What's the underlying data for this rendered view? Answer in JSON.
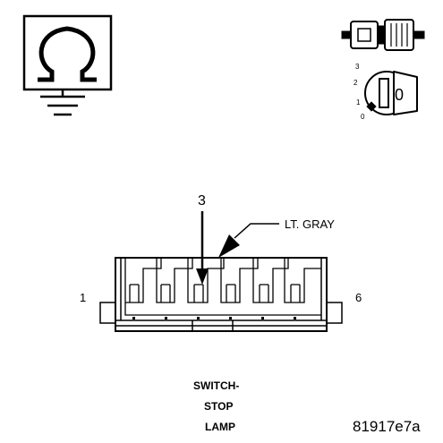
{
  "key_positions": [
    "3",
    "2",
    "1",
    "0"
  ],
  "key_face_label": "0",
  "connector": {
    "pin_callout": "3",
    "wire_color": "LT. GRAY",
    "left_pin": "1",
    "right_pin": "6"
  },
  "component_name": [
    "SWITCH-",
    "STOP",
    "LAMP"
  ],
  "figure_id": "81917e7a"
}
